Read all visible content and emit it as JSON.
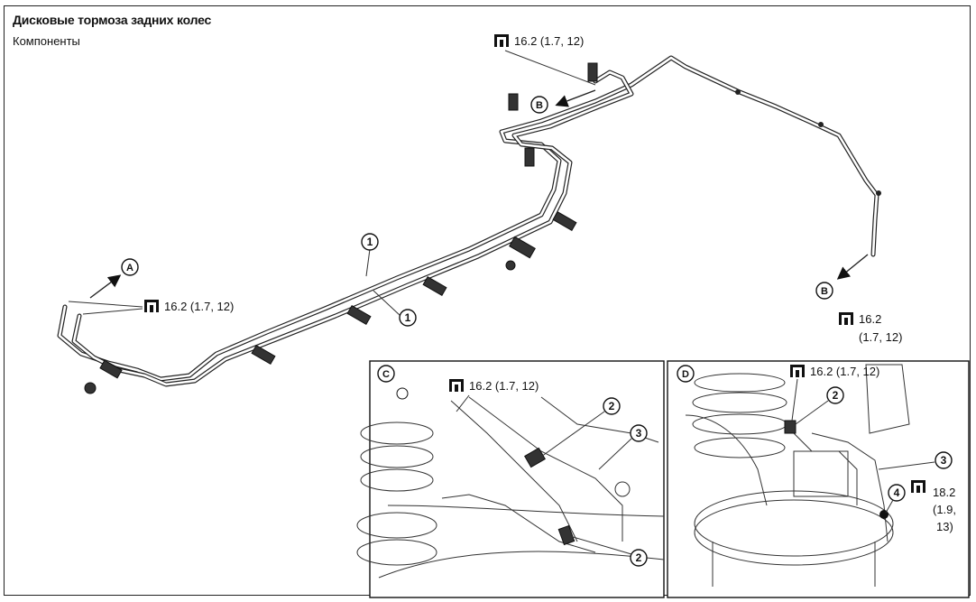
{
  "header": {
    "title": "Дисковые тормоза задних колес",
    "subtitle": "Компоненты"
  },
  "torque": {
    "main_top": "16.2 (1.7, 12)",
    "main_left": "16.2 (1.7, 12)",
    "main_right_line1": "16.2",
    "main_right_line2": "(1.7, 12)",
    "inset_c": "16.2 (1.7, 12)",
    "inset_d_top": "16.2 (1.7, 12)",
    "inset_d_side_line1": "18.2",
    "inset_d_side_line2": "(1.9,",
    "inset_d_side_line3": "13)"
  },
  "callouts": {
    "view_a": "A",
    "view_b": "B",
    "inset_c": "C",
    "inset_d": "D",
    "part_1": "1",
    "part_2": "2",
    "part_3": "3",
    "part_4": "4"
  },
  "icons": {
    "torque_wrench": "torque-wrench-icon"
  }
}
